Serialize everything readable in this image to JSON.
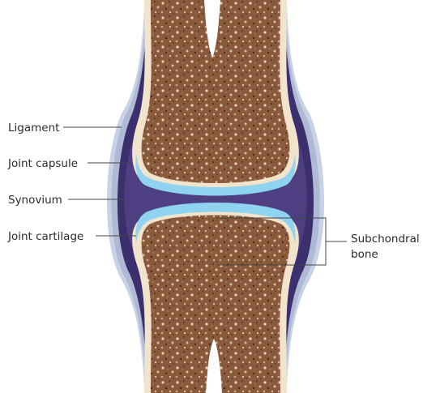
{
  "labels": {
    "ligament": "Ligament",
    "joint_capsule": "Joint capsule",
    "synovium": "Synovium",
    "joint_cartilage": "Joint cartilage",
    "subchondral_line1": "Subchondral",
    "subchondral_line2": "bone"
  },
  "colors": {
    "ligament": "#c7d2e6",
    "capsule": "#3b2f6e",
    "synovium": "#4d3f82",
    "cartilage": "#8fd3f0",
    "bone_rim": "#f1e3cc",
    "bone": "#8c5a3c",
    "bone_dark": "#6a3f26",
    "label_text": "#2b2b2b"
  }
}
